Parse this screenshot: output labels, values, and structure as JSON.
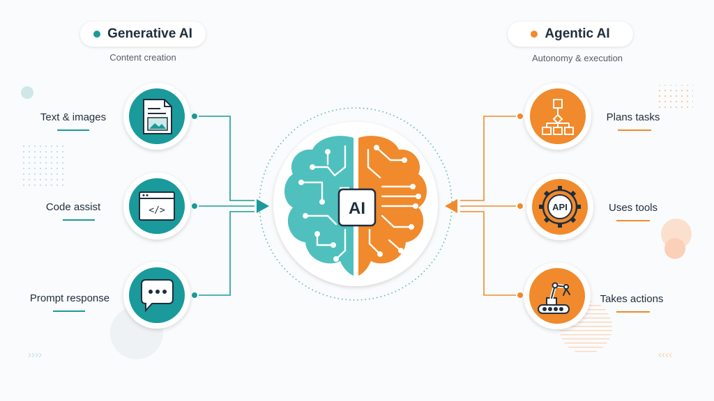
{
  "left": {
    "title": "Generative AI",
    "subtitle": "Content creation",
    "accent": "#1a9a9a",
    "items": [
      {
        "label": "Text & images",
        "icon": "document-image-icon"
      },
      {
        "label": "Code assist",
        "icon": "code-window-icon"
      },
      {
        "label": "Prompt response",
        "icon": "chat-bubble-icon"
      }
    ]
  },
  "right": {
    "title": "Agentic AI",
    "subtitle": "Autonomy & execution",
    "accent": "#f08a2c",
    "items": [
      {
        "label": "Plans tasks",
        "icon": "flowchart-icon"
      },
      {
        "label": "Uses tools",
        "icon": "api-gear-icon",
        "icon_text": "API"
      },
      {
        "label": "Takes actions",
        "icon": "robot-arm-icon"
      }
    ]
  },
  "center": {
    "label": "AI",
    "icon": "brain-circuit-icon"
  }
}
